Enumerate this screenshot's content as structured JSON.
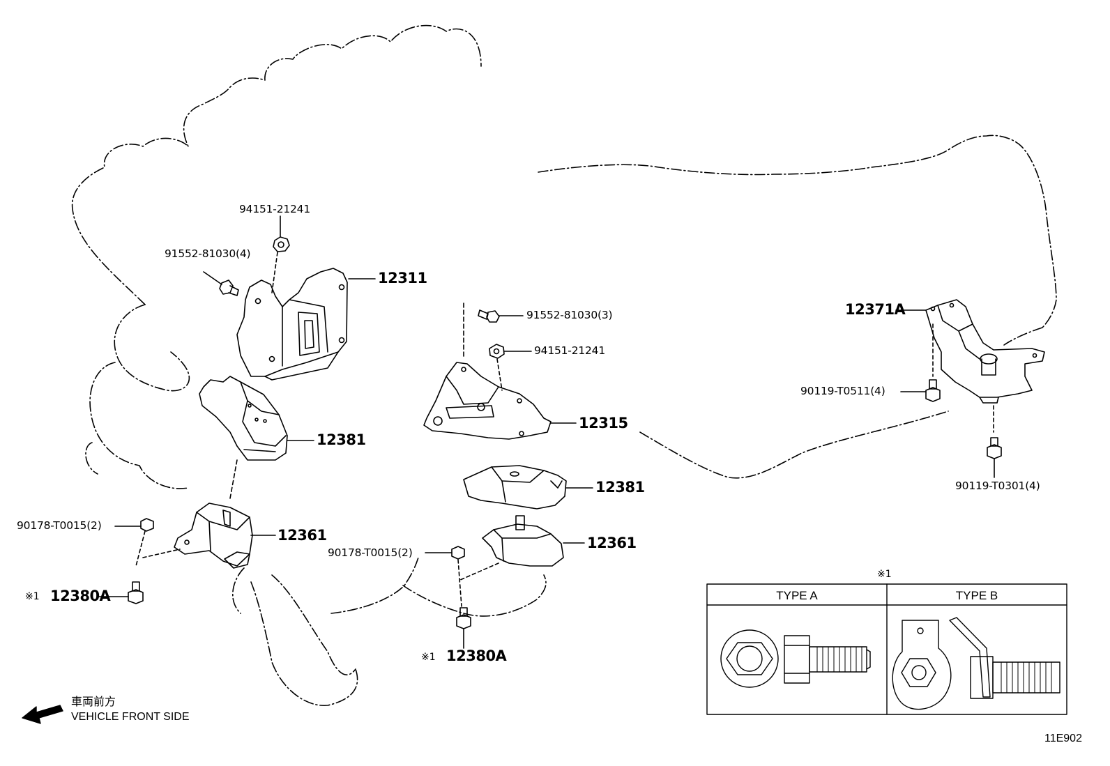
{
  "callouts": {
    "nut_top": "94151-21241",
    "bolt_left": "91552-81030(4)",
    "bracket_left": "12311",
    "insulator_left_upper": "12381",
    "insulator_left_lower": "12361",
    "nut_left": "90178-T0015(2)",
    "bolt_left_bottom": "12380A",
    "bolt_center_top": "91552-81030(3)",
    "nut_center": "94151-21241",
    "bracket_center": "12315",
    "insulator_center_upper": "12381",
    "insulator_center_lower": "12361",
    "nut_center_lower": "90178-T0015(2)",
    "bolt_center_bottom": "12380A",
    "member_rear": "12371A",
    "bolt_rear_upper": "90119-T0511(4)",
    "bolt_rear_lower": "90119-T0301(4)"
  },
  "note_mark": "※1",
  "legend": {
    "mark": "※1",
    "type_a": "TYPE A",
    "type_b": "TYPE B"
  },
  "front_indicator": {
    "japanese": "車両前方",
    "english": "VEHICLE FRONT SIDE"
  },
  "diagram_code": "11E902"
}
